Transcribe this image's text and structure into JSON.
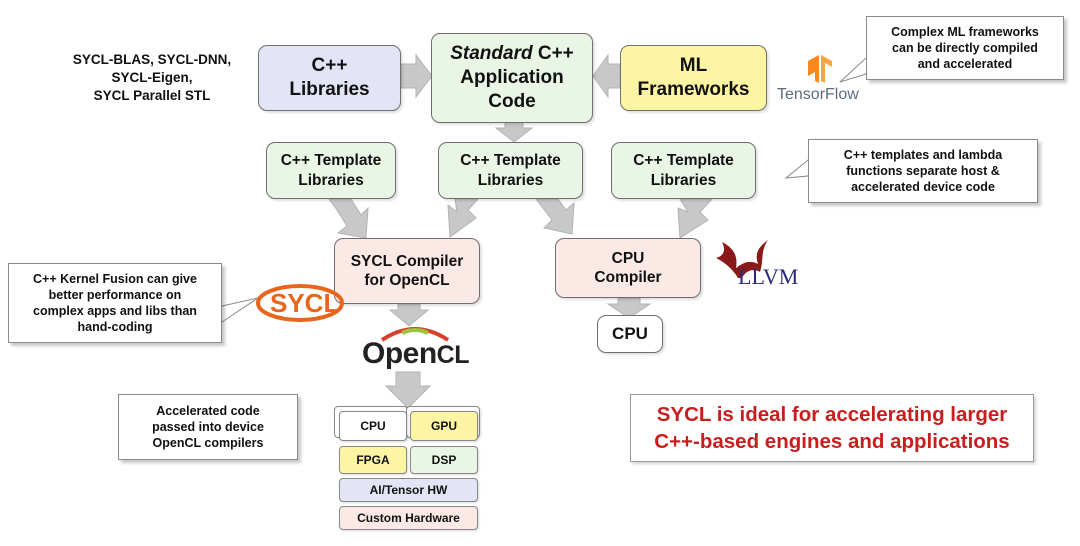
{
  "left_libs_text": [
    "SYCL-BLAS, SYCL-DNN,",
    "SYCL-Eigen,",
    "SYCL Parallel STL"
  ],
  "cpp_libraries": [
    "C++",
    "Libraries"
  ],
  "app_code": {
    "italic": "Standard",
    "rest": " C++",
    "line2": "Application",
    "line3": "Code"
  },
  "ml_frameworks": [
    "ML",
    "Frameworks"
  ],
  "tensorflow_label": "TensorFlow",
  "callout_ml": [
    "Complex ML frameworks",
    "can be directly compiled",
    "and accelerated"
  ],
  "template_libs": [
    [
      "C++ Template",
      "Libraries"
    ],
    [
      "C++ Template",
      "Libraries"
    ],
    [
      "C++ Template",
      "Libraries"
    ]
  ],
  "callout_templates": [
    "C++ templates and lambda",
    "functions separate host &",
    "accelerated device code"
  ],
  "sycl_compiler": [
    "SYCL Compiler",
    "for OpenCL"
  ],
  "cpu_compiler": [
    "CPU",
    "Compiler"
  ],
  "cpu_label": "CPU",
  "llvm_logo": "LLVM",
  "sycl_logo": "SYCL",
  "opencl_logo": {
    "a": "Open",
    "b": "CL"
  },
  "callout_fusion": [
    "C++ Kernel Fusion can give",
    "better performance on",
    "complex apps and libs than",
    "hand-coding"
  ],
  "callout_accel": [
    "Accelerated code",
    "passed into device",
    "OpenCL compilers"
  ],
  "hardware": {
    "cpu": "CPU",
    "gpu": "GPU",
    "fpga": "FPGA",
    "dsp": "DSP",
    "ai": "AI/Tensor HW",
    "custom": "Custom Hardware"
  },
  "tagline": [
    "SYCL is ideal for accelerating larger",
    "C++-based engines and applications"
  ],
  "colors": {
    "lavender": "#e4e4f7",
    "green": "#e9f6e6",
    "yellow": "#fdf5a4",
    "pink": "#fbe9e6",
    "arrow": "#c8c8c8",
    "red": "#c81e1e",
    "tf_orange": "#f5891f",
    "tf_text": "#5e6c7e"
  }
}
